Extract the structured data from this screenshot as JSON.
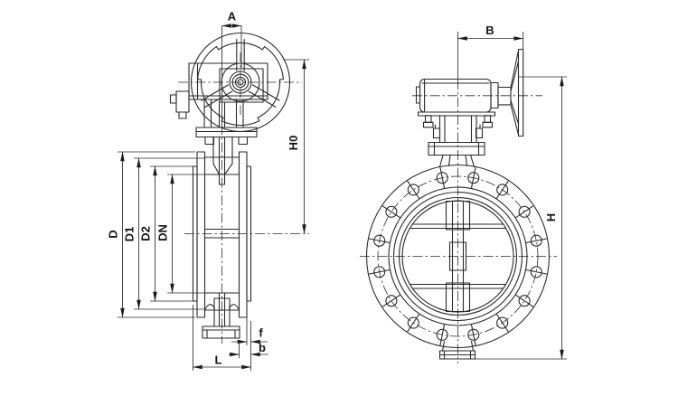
{
  "drawing": {
    "type": "engineering-drawing",
    "subject": "flanged butterfly valve with worm gear actuator and handwheel, two orthographic views",
    "background_color": "#ffffff",
    "line_color": "#2a2a2a",
    "views": [
      {
        "id": "side-view",
        "description": "side sectional view with face-on handwheel",
        "dimension_labels": [
          "A",
          "H0",
          "D",
          "D1",
          "D2",
          "DN",
          "L",
          "f",
          "b"
        ]
      },
      {
        "id": "front-view",
        "description": "front view of flange with 16 bolt holes and side-on handwheel",
        "dimension_labels": [
          "B",
          "H"
        ]
      }
    ],
    "bolt_hole_count": 16
  },
  "dims": {
    "A": "A",
    "B": "B",
    "H0": "H0",
    "H": "H",
    "D": "D",
    "D1": "D1",
    "D2": "D2",
    "DN": "DN",
    "L": "L",
    "f": "f",
    "b": "b"
  }
}
